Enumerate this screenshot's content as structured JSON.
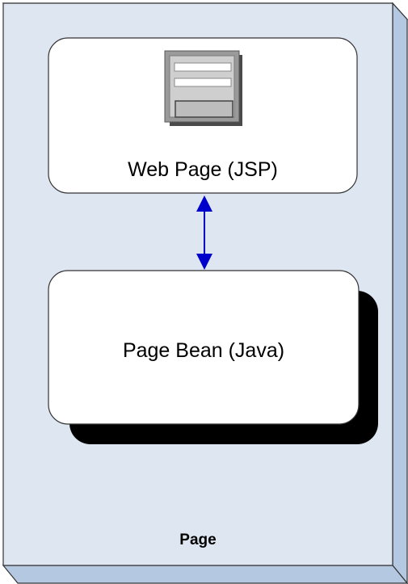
{
  "diagram": {
    "web_page_label": "Web Page (JSP)",
    "page_bean_label": "Page Bean (Java)",
    "container_label": "Page",
    "icons": {
      "web_page": "form-icon",
      "connector": "bidirectional-arrow-icon"
    },
    "colors": {
      "container_fill": "#dde6f1",
      "container_side": "#b4c8e1",
      "box_fill": "#ffffff",
      "shadow": "#000000",
      "arrow": "#0000cc",
      "icon_frame": "#9a9a9a"
    }
  }
}
